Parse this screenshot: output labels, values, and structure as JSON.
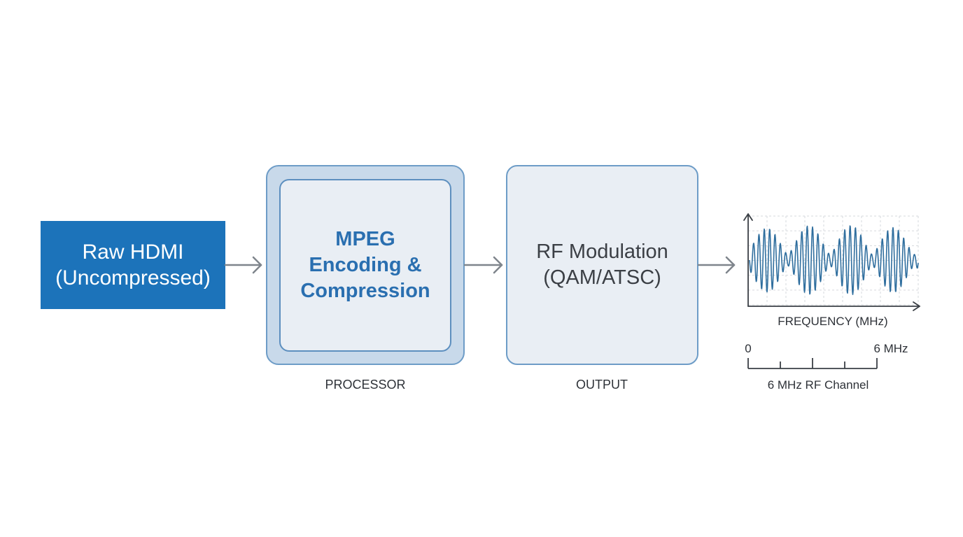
{
  "input_block": {
    "line1": "Raw HDMI",
    "line2": "(Uncompressed)"
  },
  "processor_block": {
    "line1": "MPEG",
    "line2": "Encoding &",
    "line3": "Compression",
    "caption": "PROCESSOR"
  },
  "output_block": {
    "line1": "RF Modulation",
    "line2": "(QAM/ATSC)",
    "caption": "OUTPUT"
  },
  "spectrum": {
    "axis_label": "FREQUENCY (MHz)",
    "scale_start": "0",
    "scale_end": "6 MHz",
    "scale_caption": "6 MHz RF Channel"
  },
  "colors": {
    "primary_blue": "#1c73ba",
    "waveform": "#2f6e9e",
    "arrow": "#7f858c",
    "panel": "#e9eef4"
  }
}
